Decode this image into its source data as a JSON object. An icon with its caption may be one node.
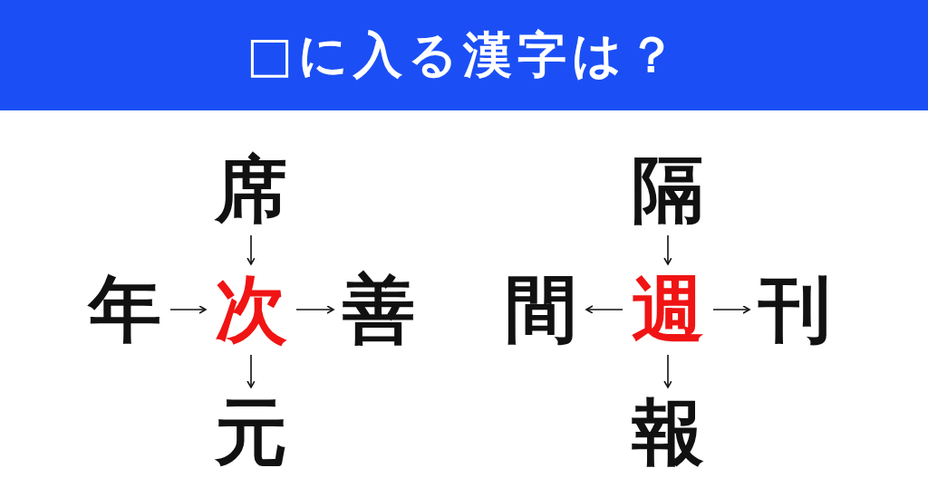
{
  "diagram": {
    "title": "□に入る漢字は？",
    "nodes": [
      {
        "text": [
          "席"
        ]
      },
      {
        "text": [
          "年"
        ]
      },
      {
        "text": [
          "次"
        ]
      },
      {
        "text": [
          "善"
        ]
      },
      {
        "text": [
          "元"
        ]
      },
      {
        "text": [
          "隔"
        ]
      },
      {
        "text": [
          "間"
        ]
      },
      {
        "text": [
          "週"
        ]
      },
      {
        "text": [
          "刊"
        ]
      },
      {
        "text": [
          "報"
        ]
      }
    ],
    "edges": [
      {
        "from": 0,
        "to": 2,
        "arrow": "to"
      },
      {
        "from": 1,
        "to": 2,
        "arrow": "to"
      },
      {
        "from": 2,
        "to": 3,
        "arrow": "to"
      },
      {
        "from": 2,
        "to": 4,
        "arrow": "to"
      },
      {
        "from": 5,
        "to": 7,
        "arrow": "to"
      },
      {
        "from": 7,
        "to": 6,
        "arrow": "to"
      },
      {
        "from": 7,
        "to": 8,
        "arrow": "to"
      },
      {
        "from": 7,
        "to": 9,
        "arrow": "to"
      }
    ]
  }
}
